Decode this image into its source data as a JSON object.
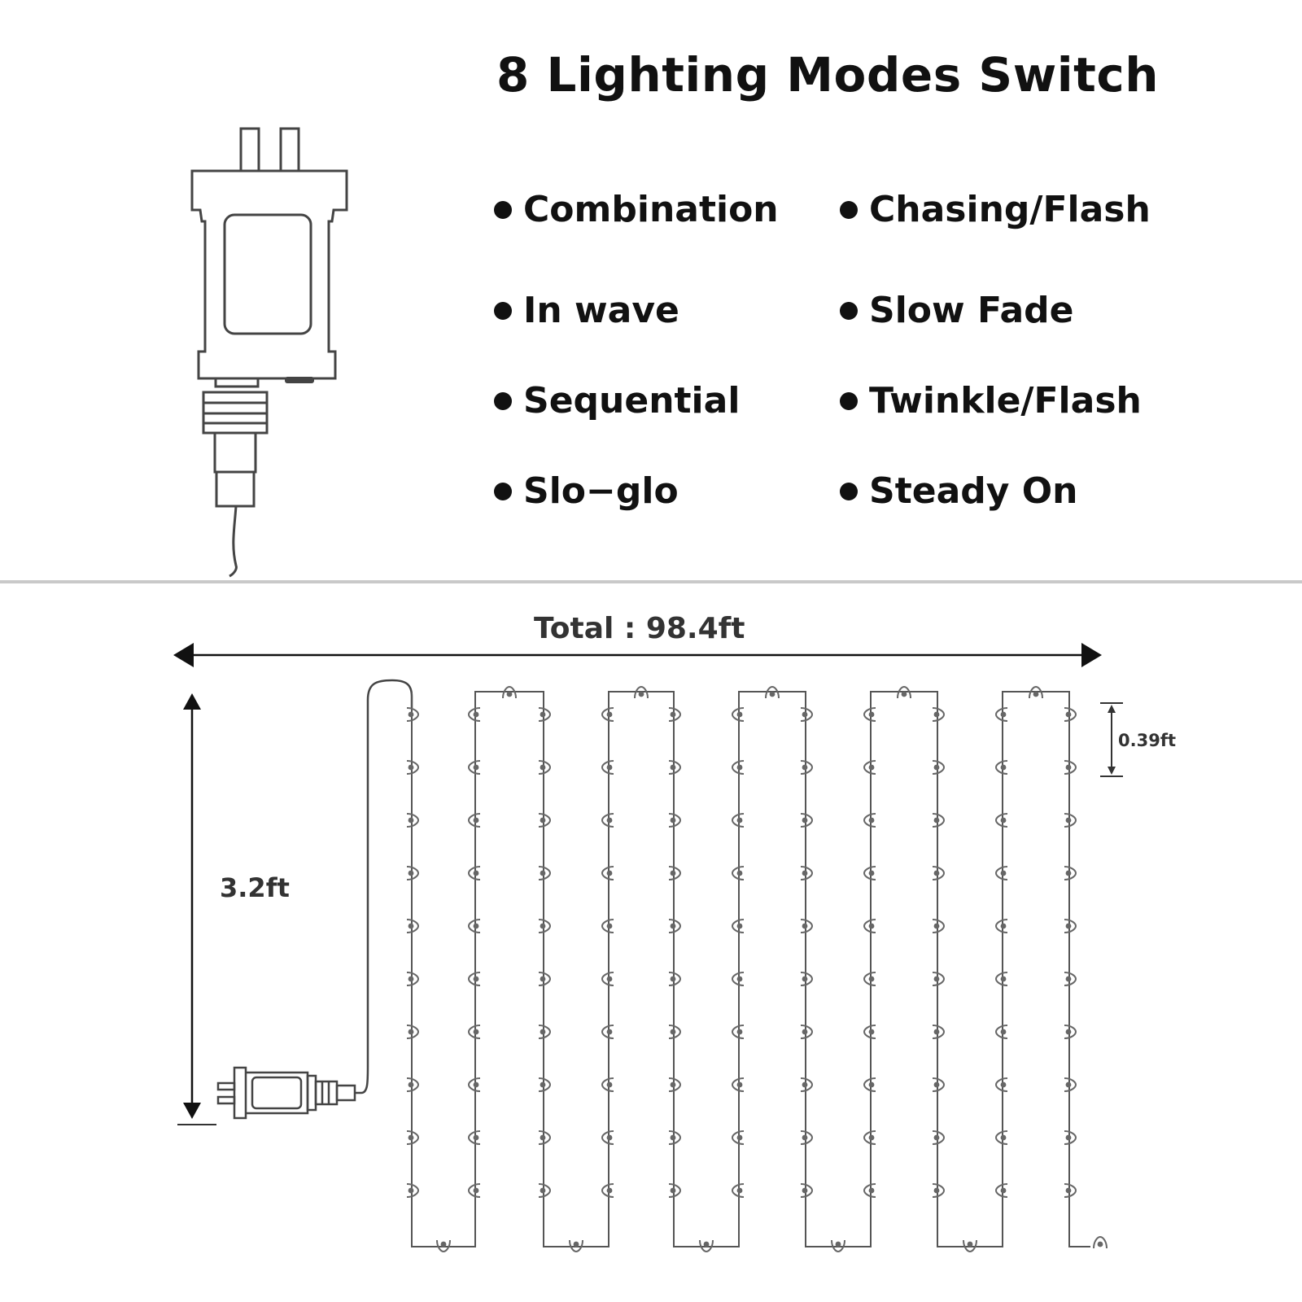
{
  "title": "8 Lighting Modes Switch",
  "modes": [
    {
      "label": "Combination"
    },
    {
      "label": "Chasing/Flash"
    },
    {
      "label": "In wave"
    },
    {
      "label": "Slow Fade"
    },
    {
      "label": "Sequential"
    },
    {
      "label": "Twinkle/Flash"
    },
    {
      "label": "Slo−glo"
    },
    {
      "label": "Steady On"
    }
  ],
  "dimensions": {
    "total_length": "Total : 98.4ft",
    "height": "3.2ft",
    "bulb_spacing": "0.39ft"
  },
  "colors": {
    "text": "#111111",
    "line": "#555555",
    "divider": "#c9c9c9"
  },
  "icons": [
    "plug-adapter-icon",
    "small-plug-adapter-icon",
    "led-string-icon"
  ]
}
